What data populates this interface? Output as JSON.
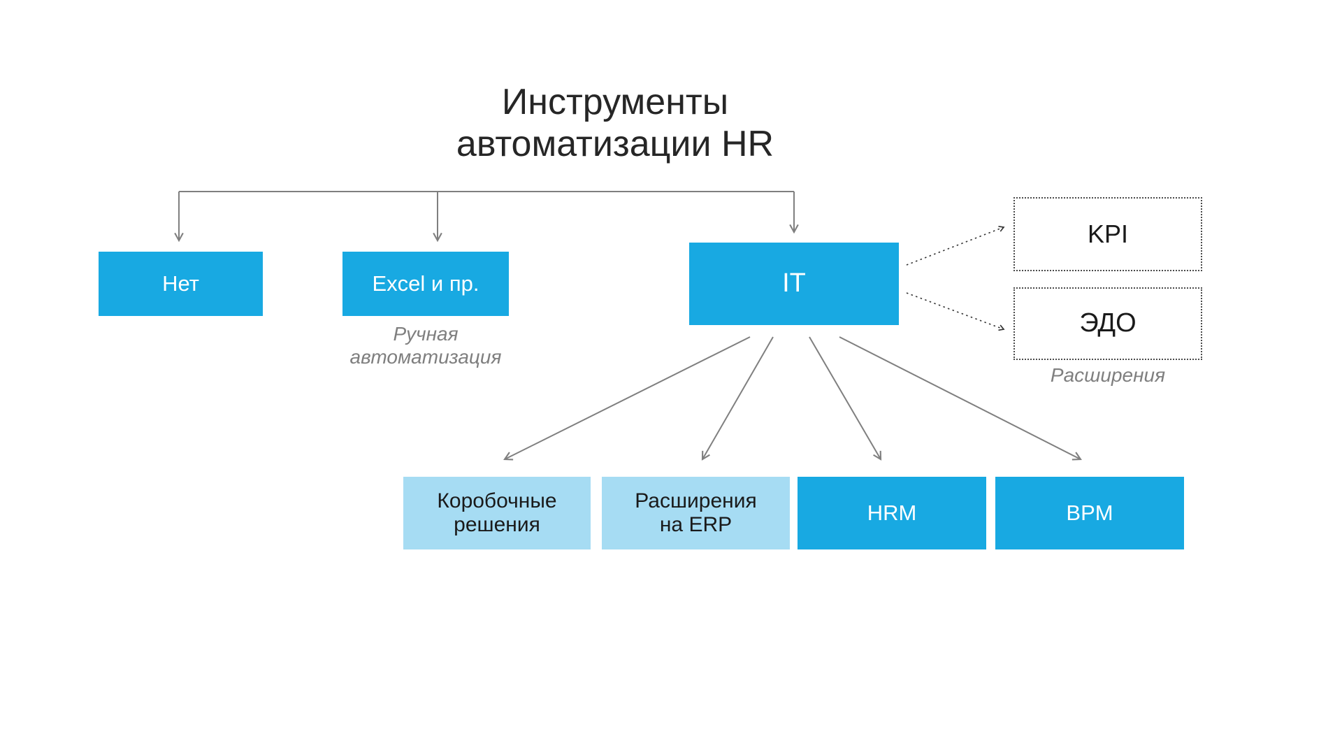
{
  "title": {
    "line1": "Инструменты",
    "line2": "автоматизации HR"
  },
  "colors": {
    "accent": "#18A9E2",
    "light": "#A6DCF3",
    "arrow": "#7F7F7F",
    "muted": "#7F7F7F",
    "ink": "#262626",
    "dark_text": "#1A1A1A"
  },
  "nodes": {
    "none": {
      "label": "Нет"
    },
    "excel": {
      "label": "Excel и пр.",
      "caption": "Ручная автоматизация"
    },
    "it": {
      "label": "IT"
    }
  },
  "extensions": {
    "kpi": {
      "label": "KPI"
    },
    "edo": {
      "label": "ЭДО"
    },
    "caption": "Расширения"
  },
  "children": [
    {
      "label": "Коробочные решения",
      "variant": "light"
    },
    {
      "label": "Расширения на ERP",
      "variant": "light"
    },
    {
      "label": "HRM",
      "variant": "accent"
    },
    {
      "label": "BPM",
      "variant": "accent"
    }
  ]
}
